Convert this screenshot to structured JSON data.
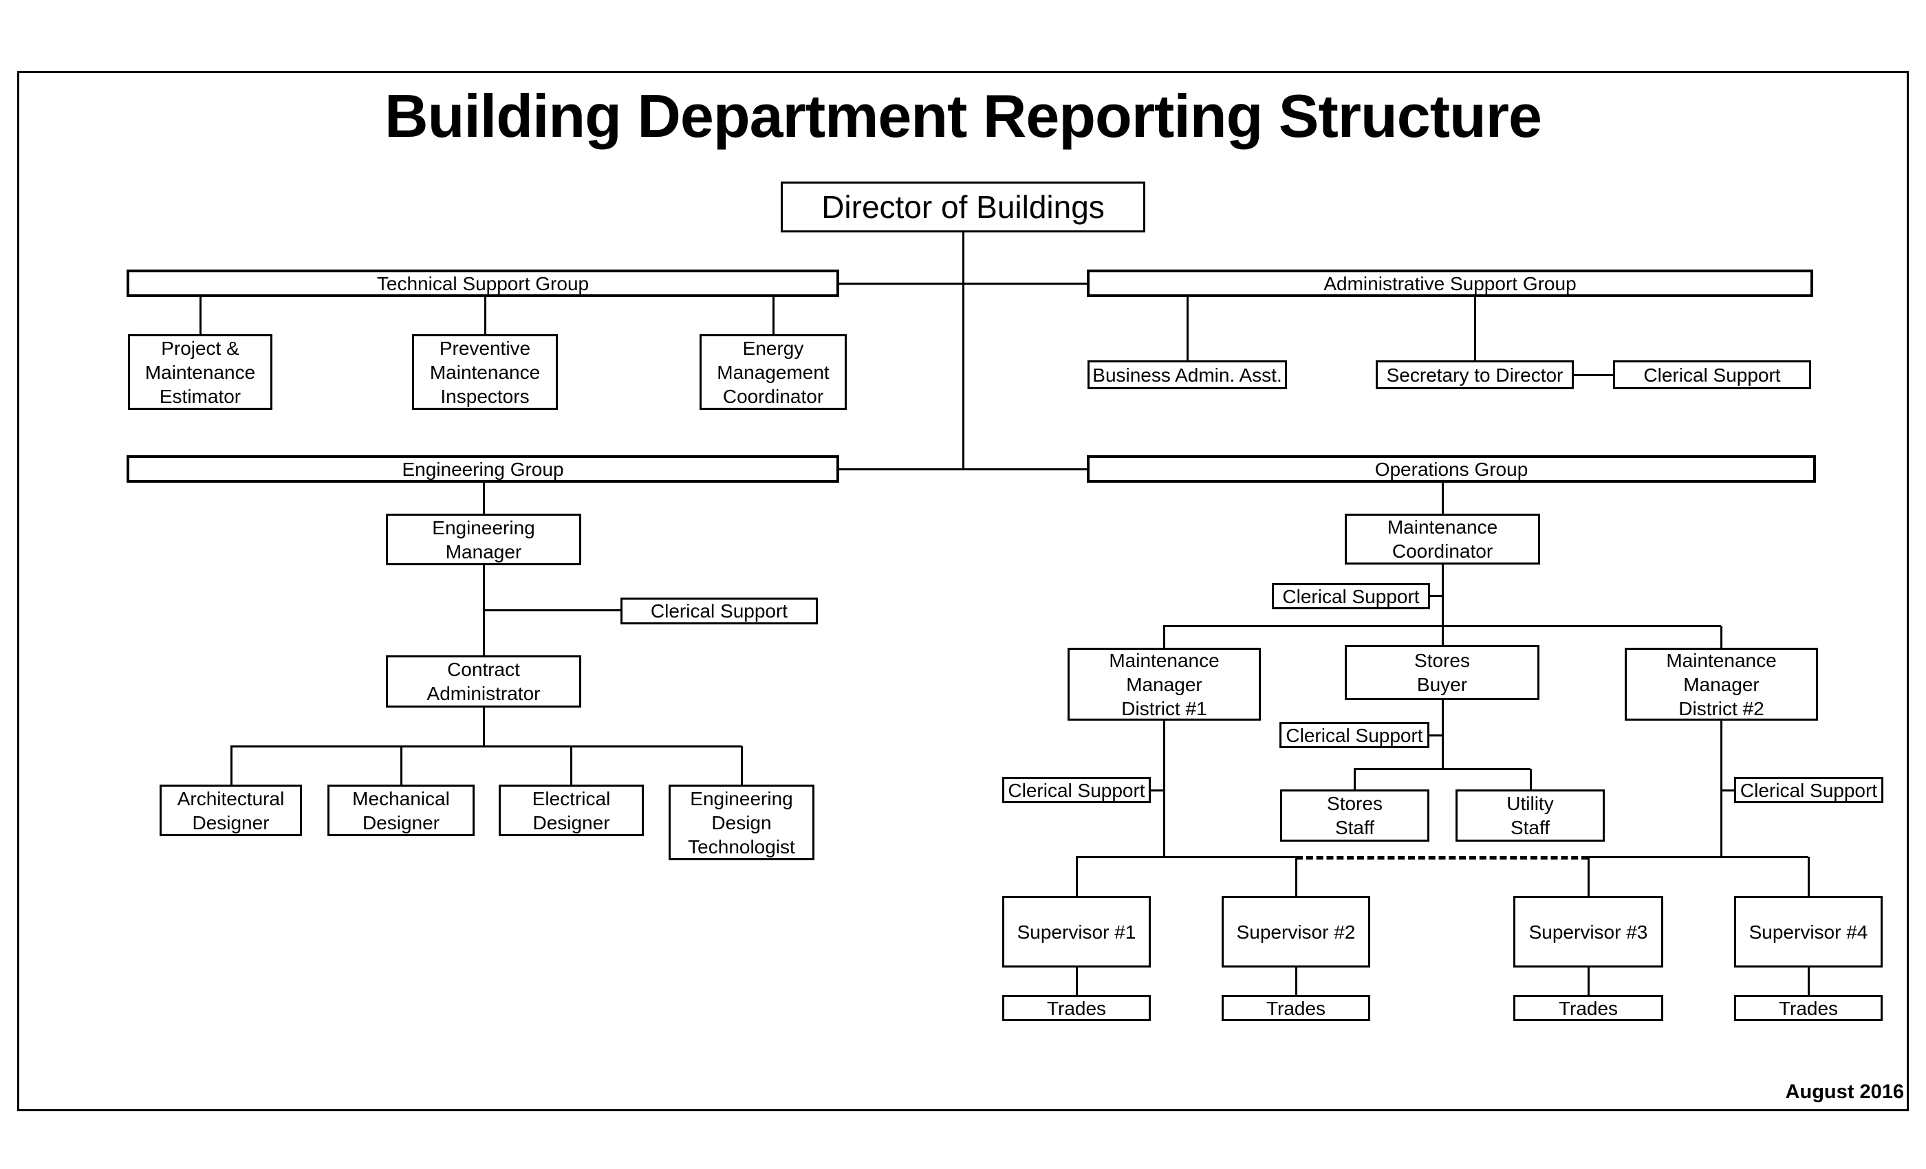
{
  "page": {
    "title": "Building Department Reporting Structure",
    "footer_date": "August 2016"
  },
  "colors": {
    "ink": "#000000",
    "paper": "#ffffff"
  },
  "nodes": {
    "director": "Director of Buildings",
    "technical_group": "Technical Support Group",
    "administrative_group": "Administrative Support Group",
    "engineering_group": "Engineering Group",
    "operations_group": "Operations Group",
    "project_maintenance_estimator": "Project &\nMaintenance\nEstimator",
    "preventive_maintenance_inspectors": "Preventive\nMaintenance\nInspectors",
    "energy_management_coordinator": "Energy\nManagement\nCoordinator",
    "business_admin_asst": "Business Admin. Asst.",
    "secretary_to_director": "Secretary to Director",
    "clerical_support_admin": "Clerical Support",
    "engineering_manager": "Engineering\nManager",
    "clerical_support_engineering": "Clerical Support",
    "contract_administrator": "Contract\nAdministrator",
    "architectural_designer": "Architectural\nDesigner",
    "mechanical_designer": "Mechanical\nDesigner",
    "electrical_designer": "Electrical\nDesigner",
    "engineering_design_technologist": "Engineering\nDesign\nTechnologist",
    "maintenance_coordinator": "Maintenance\nCoordinator",
    "clerical_support_operations": "Clerical Support",
    "maintenance_manager_district_1": "Maintenance\nManager\nDistrict #1",
    "stores_buyer": "Stores\nBuyer",
    "maintenance_manager_district_2": "Maintenance\nManager\nDistrict #2",
    "clerical_support_stores": "Clerical Support",
    "clerical_support_district_1": "Clerical Support",
    "clerical_support_district_2": "Clerical Support",
    "stores_staff": "Stores\nStaff",
    "utility_staff": "Utility\nStaff",
    "supervisor_1": "Supervisor #1",
    "supervisor_2": "Supervisor #2",
    "supervisor_3": "Supervisor #3",
    "supervisor_4": "Supervisor #4",
    "trades_1": "Trades",
    "trades_2": "Trades",
    "trades_3": "Trades",
    "trades_4": "Trades"
  }
}
